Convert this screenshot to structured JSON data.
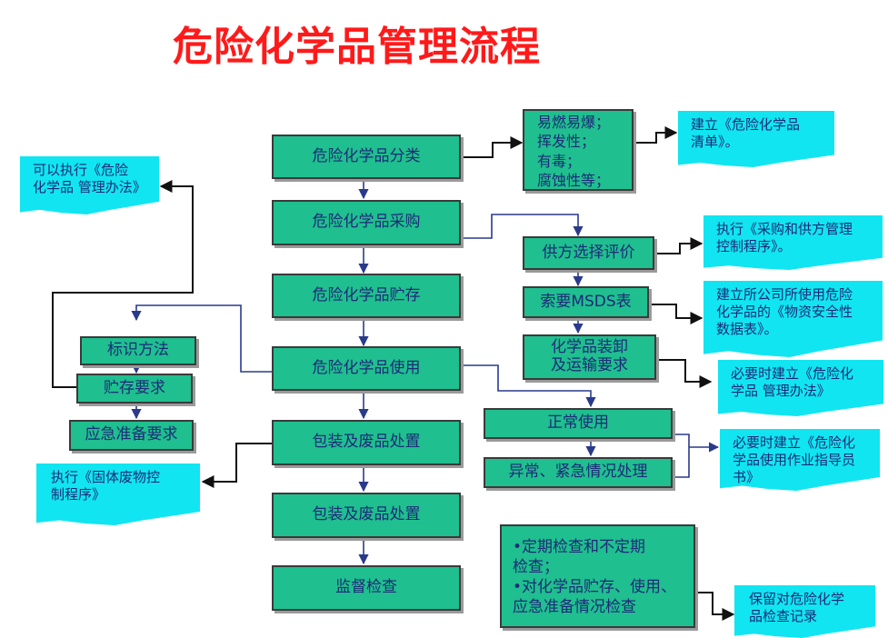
{
  "title": "危险化学品管理流程",
  "colors": {
    "title": "#ff1a1a",
    "box_fill": "#1fbf8f",
    "note_fill": "#11e5f1",
    "text": "#1e2a78",
    "arrow": "#1e2a78",
    "connector": "#111111"
  },
  "main_steps": [
    "危险化学品分类",
    "危险化学品采购",
    "危险化学品贮存",
    "危险化学品使用",
    "包装及废品处置",
    "包装及废品处置",
    "监督检查"
  ],
  "classification": {
    "lines": [
      "易燃易爆；",
      "挥发性；",
      "有毒；",
      "腐蚀性等；"
    ],
    "note": [
      "建立《危险化学品",
      "清单》。"
    ]
  },
  "purchase": {
    "steps": [
      "供方选择评价",
      "索要MSDS表",
      "化学品装卸\n及运输要求"
    ],
    "notes": [
      [
        "执行《采购和供方管理",
        "控制程序》。"
      ],
      [
        "建立所公司所使用危险",
        "化学品的《物资安全性",
        "数据表》。"
      ],
      [
        "必要时建立《危险化",
        "学品 管理办法》"
      ]
    ]
  },
  "storage": {
    "items": [
      "标识方法",
      "贮存要求",
      "应急准备要求"
    ],
    "note": [
      "可以执行《危险",
      "化学品 管理办法》"
    ]
  },
  "usage": {
    "items": [
      "正常使用",
      "异常、紧急情况处理"
    ],
    "note": [
      "必要时建立《危险化",
      "学品使用作业指导员",
      "书》"
    ]
  },
  "waste_note": [
    "执行《固体废物控",
    "制程序》"
  ],
  "inspection": {
    "lines": [
      "•定期检查和不定期",
      "检查；",
      "•对化学品贮存、使用、",
      "应急准备情况检查"
    ],
    "note": [
      "保留对危险化学",
      "品检查记录"
    ]
  }
}
